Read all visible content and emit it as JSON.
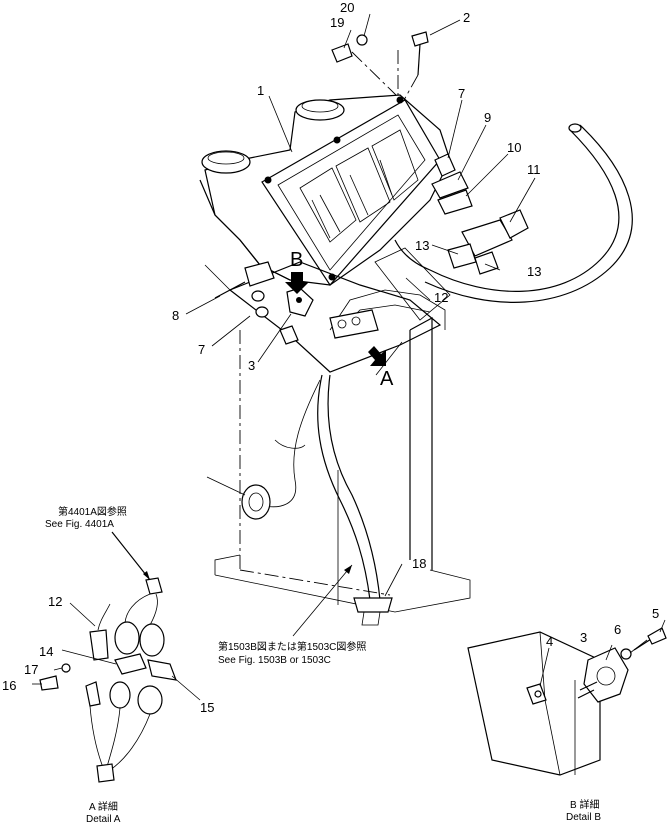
{
  "callouts": {
    "c1": "1",
    "c2": "2",
    "c3": "3",
    "c3b": "3",
    "c4": "4",
    "c5": "5",
    "c6": "6",
    "c7a": "7",
    "c7b": "7",
    "c8": "8",
    "c9": "9",
    "c10": "10",
    "c11": "11",
    "c12": "12",
    "c12b": "12",
    "c13a": "13",
    "c13b": "13",
    "c14": "14",
    "c15": "15",
    "c16": "16",
    "c17": "17",
    "c18": "18",
    "c19": "19",
    "c20": "20"
  },
  "view_labels": {
    "a": "A",
    "b": "B"
  },
  "refs": {
    "fig4401_jp": "第4401A図参照",
    "fig4401_en": "See Fig. 4401A",
    "fig1503_jp": "第1503B図または第1503C図参照",
    "fig1503_en": "See Fig. 1503B or 1503C"
  },
  "details": {
    "a_jp": "A 詳細",
    "a_en": "Detail A",
    "b_jp": "B 詳細",
    "b_en": "Detail B"
  }
}
